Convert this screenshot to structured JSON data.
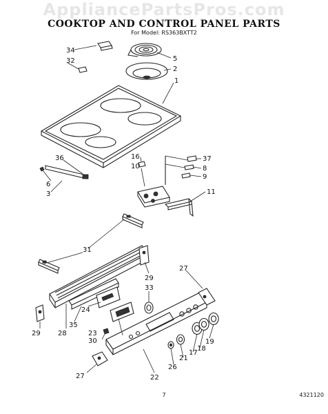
{
  "watermark": "AppliancePartsPros.com",
  "title": "COOKTOP AND CONTROL PANEL PARTS",
  "subtitle": "For Model: RS363BXTT2",
  "page_number": "7",
  "doc_number": "4321120",
  "callouts": {
    "c34": "34",
    "c32": "32",
    "c5": "5",
    "c2": "2",
    "c1": "1",
    "c16": "16",
    "c37": "37",
    "c10": "10",
    "c8": "8",
    "c9": "9",
    "c36": "36",
    "c6": "6",
    "c3": "3",
    "c11": "11",
    "c31": "31",
    "c27a": "27",
    "c29a": "29",
    "c33": "33",
    "c35": "35",
    "c24": "24",
    "c28": "28",
    "c29b": "29",
    "c23": "23",
    "c30": "30",
    "c19": "19",
    "c18": "18",
    "c17": "17",
    "c21": "21",
    "c26": "26",
    "c27b": "27",
    "c22": "22"
  }
}
